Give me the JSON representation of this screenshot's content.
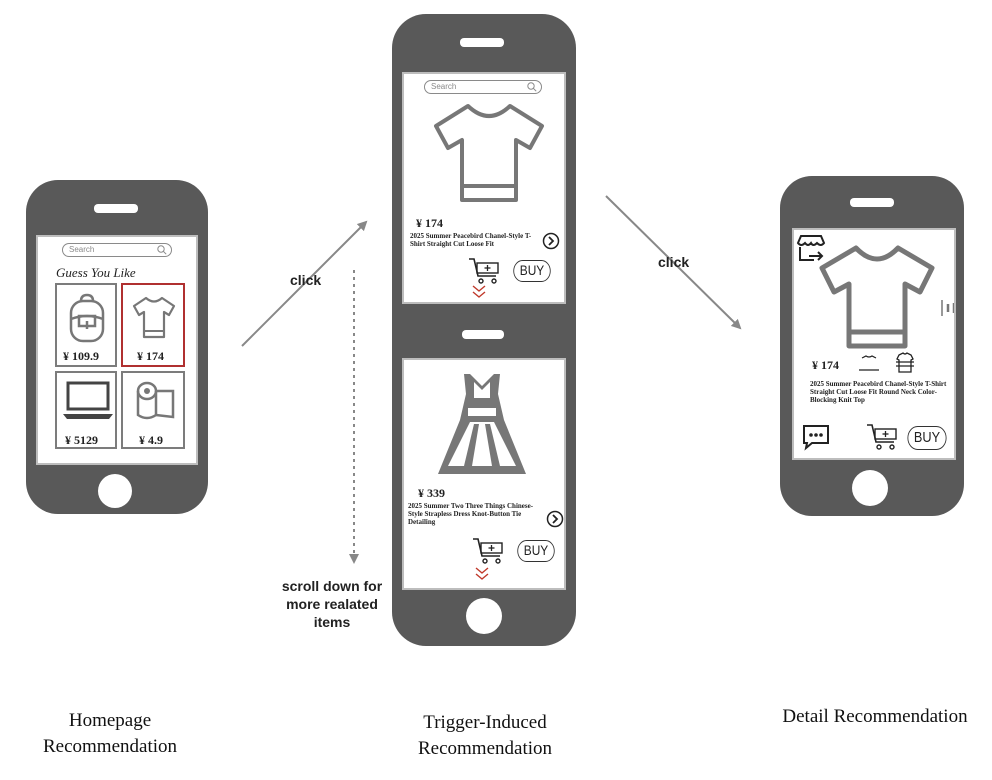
{
  "colors": {
    "phone": "#595959",
    "highlight": "#b03030",
    "icon": "#777777",
    "chevron": "#c0392b"
  },
  "arrows": {
    "click_left": "click",
    "click_right": "click",
    "scroll": "scroll down for more realated items"
  },
  "captions": {
    "homepage": "Homepage Recommendation",
    "trigger": "Trigger-Induced Recommendation",
    "detail": "Detail Recommendation"
  },
  "homepage": {
    "search_placeholder": "Search",
    "section_title": "Guess You Like",
    "tiles": [
      {
        "icon": "backpack-icon",
        "price": "¥ 109.9"
      },
      {
        "icon": "tshirt-icon",
        "price": "¥ 174",
        "selected": true
      },
      {
        "icon": "laptop-icon",
        "price": "¥ 5129"
      },
      {
        "icon": "toilet-paper-icon",
        "price": "¥ 4.9"
      }
    ]
  },
  "trigger": {
    "search_placeholder": "Search",
    "items": [
      {
        "icon": "tshirt-icon",
        "price": "¥ 174",
        "title": "2025 Summer Peacebird Chanel-Style T-Shirt Straight Cut Loose Fit",
        "buy_label": "BUY"
      },
      {
        "icon": "dress-icon",
        "price": "¥ 339",
        "title": "2025 Summer  Two Three Things Chinese-Style Strapless Dress Knot-Button Tie Detailing",
        "buy_label": "BUY"
      }
    ]
  },
  "detail": {
    "price": "¥ 174",
    "title": "2025 Summer Peacebird Chanel-Style T-Shirt Straight Cut Loose Fit Round Neck Color-Blocking Knit Top",
    "buy_label": "BUY"
  }
}
